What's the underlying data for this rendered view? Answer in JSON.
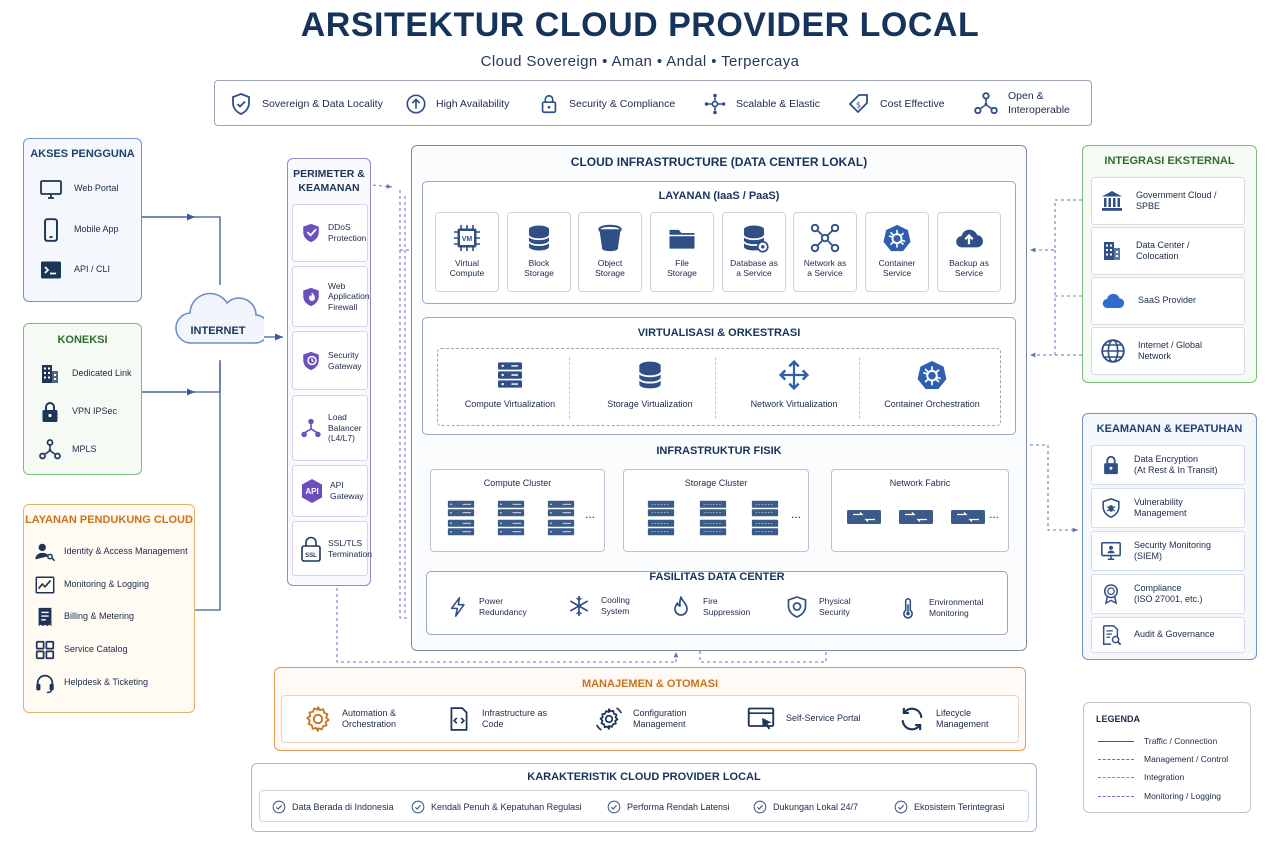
{
  "header": {
    "title": "ARSITEKTUR CLOUD PROVIDER LOCAL",
    "subtitle": "Cloud Sovereign • Aman • Andal • Terpercaya"
  },
  "features": [
    {
      "label": "Sovereign & Data Locality",
      "icon": "shield-check-icon"
    },
    {
      "label": "High Availability",
      "icon": "arrow-up-circle-icon"
    },
    {
      "label": "Security & Compliance",
      "icon": "lock-icon"
    },
    {
      "label": "Scalable & Elastic",
      "icon": "network-nodes-icon"
    },
    {
      "label": "Cost Effective",
      "icon": "price-tag-icon"
    },
    {
      "label": "Open &\nInteroperable",
      "icon": "share-nodes-icon"
    }
  ],
  "akses": {
    "title": "AKSES PENGGUNA",
    "items": [
      {
        "label": "Web Portal",
        "icon": "monitor-icon"
      },
      {
        "label": "Mobile App",
        "icon": "mobile-icon"
      },
      {
        "label": "API / CLI",
        "icon": "terminal-icon"
      }
    ]
  },
  "koneksi": {
    "title": "KONEKSI",
    "items": [
      {
        "label": "Dedicated Link",
        "icon": "building-icon"
      },
      {
        "label": "VPN IPSec",
        "icon": "lock-icon"
      },
      {
        "label": "MPLS",
        "icon": "share-nodes-icon"
      }
    ]
  },
  "support": {
    "title": "LAYANAN PENDUKUNG CLOUD",
    "items": [
      {
        "label": "Identity & Access Management",
        "icon": "user-key-icon"
      },
      {
        "label": "Monitoring & Logging",
        "icon": "chart-line-icon"
      },
      {
        "label": "Billing & Metering",
        "icon": "receipt-icon"
      },
      {
        "label": "Service Catalog",
        "icon": "grid-icon"
      },
      {
        "label": "Helpdesk & Ticketing",
        "icon": "headset-icon"
      }
    ]
  },
  "internet": {
    "label": "INTERNET"
  },
  "perimeter": {
    "title": "PERIMETER &\nKEAMANAN",
    "items": [
      {
        "label": "DDoS\nProtection",
        "icon": "shield-check-icon"
      },
      {
        "label": "Web\nApplication\nFirewall",
        "icon": "shield-fire-icon"
      },
      {
        "label": "Security\nGateway",
        "icon": "shield-clock-icon"
      },
      {
        "label": "Load\nBalancer\n(L4/L7)",
        "icon": "load-balancer-icon"
      },
      {
        "label": "API Gateway",
        "icon": "api-icon",
        "badge": "API"
      },
      {
        "label": "SSL/TLS\nTermination",
        "icon": "ssl-icon",
        "badge": "SSL"
      }
    ]
  },
  "cloud": {
    "title": "CLOUD INFRASTRUCTURE (DATA CENTER LOKAL)",
    "layanan": {
      "title": "LAYANAN (IaaS / PaaS)",
      "items": [
        {
          "label": "Virtual\nCompute",
          "icon": "vm-chip-icon",
          "badge": "VM"
        },
        {
          "label": "Block\nStorage",
          "icon": "database-icon"
        },
        {
          "label": "Object\nStorage",
          "icon": "bucket-icon"
        },
        {
          "label": "File\nStorage",
          "icon": "folder-icon"
        },
        {
          "label": "Database as\na Service",
          "icon": "database-gear-icon"
        },
        {
          "label": "Network as\na Service",
          "icon": "network-nodes-icon"
        },
        {
          "label": "Container\nService",
          "icon": "kubernetes-icon"
        },
        {
          "label": "Backup as\nService",
          "icon": "cloud-upload-icon"
        }
      ]
    },
    "virtualisasi": {
      "title": "VIRTUALISASI & ORKESTRASI",
      "items": [
        {
          "label": "Compute Virtualization",
          "icon": "server-stack-icon"
        },
        {
          "label": "Storage Virtualization",
          "icon": "database-icon"
        },
        {
          "label": "Network Virtualization",
          "icon": "move-arrows-icon"
        },
        {
          "label": "Container Orchestration",
          "icon": "kubernetes-icon"
        }
      ]
    },
    "fisik": {
      "title": "INFRASTRUKTUR FISIK",
      "clusters": [
        {
          "label": "Compute Cluster",
          "icon": "server-rack-icon"
        },
        {
          "label": "Storage Cluster",
          "icon": "storage-rack-icon"
        },
        {
          "label": "Network Fabric",
          "icon": "switch-icon"
        }
      ],
      "more": "..."
    },
    "fasilitas": {
      "title": "FASILITAS DATA CENTER",
      "items": [
        {
          "label": "Power\nRedundancy",
          "icon": "lightning-icon"
        },
        {
          "label": "Cooling\nSystem",
          "icon": "snowflake-icon"
        },
        {
          "label": "Fire\nSuppression",
          "icon": "flame-icon"
        },
        {
          "label": "Physical\nSecurity",
          "icon": "shield-gear-icon"
        },
        {
          "label": "Environmental\nMonitoring",
          "icon": "thermometer-icon"
        }
      ]
    }
  },
  "integrasi": {
    "title": "INTEGRASI EKSTERNAL",
    "items": [
      {
        "label": "Government Cloud /\nSPBE",
        "icon": "government-icon"
      },
      {
        "label": "Data Center /\nColocation",
        "icon": "building-icon"
      },
      {
        "label": "SaaS Provider",
        "icon": "cloud-icon"
      },
      {
        "label": "Internet / Global\nNetwork",
        "icon": "globe-icon"
      }
    ]
  },
  "keamanan": {
    "title": "KEAMANAN & KEPATUHAN",
    "items": [
      {
        "label": "Data Encryption\n(At Rest & In Transit)",
        "icon": "lock-icon"
      },
      {
        "label": "Vulnerability\nManagement",
        "icon": "shield-bug-icon"
      },
      {
        "label": "Security Monitoring\n(SIEM)",
        "icon": "monitor-user-icon"
      },
      {
        "label": "Compliance\n(ISO 27001, etc.)",
        "icon": "certificate-icon"
      },
      {
        "label": "Audit & Governance",
        "icon": "audit-icon"
      }
    ]
  },
  "manajemen": {
    "title": "MANAJEMEN & OTOMASI",
    "items": [
      {
        "label": "Automation &\nOrchestration",
        "icon": "gear-icon"
      },
      {
        "label": "Infrastructure as\nCode",
        "icon": "code-file-icon"
      },
      {
        "label": "Configuration\nManagement",
        "icon": "gear-cycle-icon"
      },
      {
        "label": "Self-Service Portal",
        "icon": "cursor-window-icon"
      },
      {
        "label": "Lifecycle\nManagement",
        "icon": "refresh-icon"
      }
    ]
  },
  "karakteristik": {
    "title": "KARAKTERISTIK CLOUD PROVIDER LOCAL",
    "items": [
      "Data Berada di Indonesia",
      "Kendali Penuh & Kepatuhan Regulasi",
      "Performa Rendah Latensi",
      "Dukungan Lokal 24/7",
      "Ekosistem Terintegrasi"
    ]
  },
  "legend": {
    "title": "LEGENDA",
    "items": [
      {
        "label": "Traffic / Connection",
        "color": "#3b5b9a",
        "style": "solid"
      },
      {
        "label": "Management / Control",
        "color": "#5b78b8",
        "style": "dashed"
      },
      {
        "label": "Integration",
        "color": "#6aaa5a",
        "style": "dashed"
      },
      {
        "label": "Monitoring / Logging",
        "color": "#7a6ac0",
        "style": "dashed"
      }
    ]
  },
  "colors": {
    "navy": "#16335c",
    "icon": "#2f4f86",
    "purple": "#6b4fbf",
    "green": "#3e8e3a",
    "orange": "#c9731e"
  }
}
